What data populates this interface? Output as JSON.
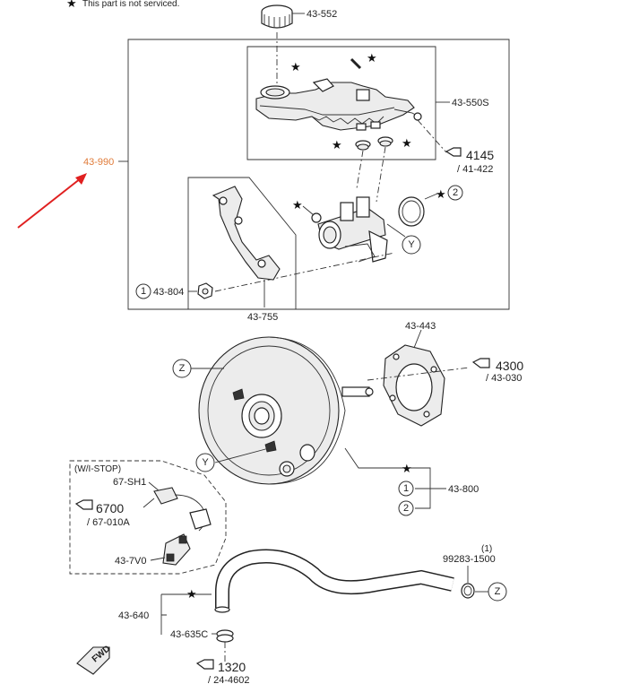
{
  "legend": {
    "star": "★",
    "note": "This part is not serviced."
  },
  "colors": {
    "highlight": "#e07b39",
    "arrow": "#e02020",
    "line": "#333333"
  },
  "labels": {
    "p43_552": "43-552",
    "p43_550s": "43-550S",
    "p43_990": "43-990",
    "p43_804": "43-804",
    "p43_755": "43-755",
    "p43_443": "43-443",
    "p43_800": "43-800",
    "p67_sh1": "67-SH1",
    "p43_7v0": "43-7V0",
    "p43_640": "43-640",
    "p43_635c": "43-635C",
    "p99283": "99283-1500",
    "p99283_qty": "(1)",
    "wistop": "(W/I-STOP)"
  },
  "refs": {
    "r4145": {
      "num": "4145",
      "sub": "/ 41-422"
    },
    "r4300": {
      "num": "4300",
      "sub": "/ 43-030"
    },
    "r6700": {
      "num": "6700",
      "sub": "/ 67-010A"
    },
    "r1320": {
      "num": "1320",
      "sub": "/ 24-4602"
    }
  },
  "callouts": {
    "one": "1",
    "two": "2",
    "y": "Y",
    "z": "Z"
  },
  "fwd": "FWD"
}
